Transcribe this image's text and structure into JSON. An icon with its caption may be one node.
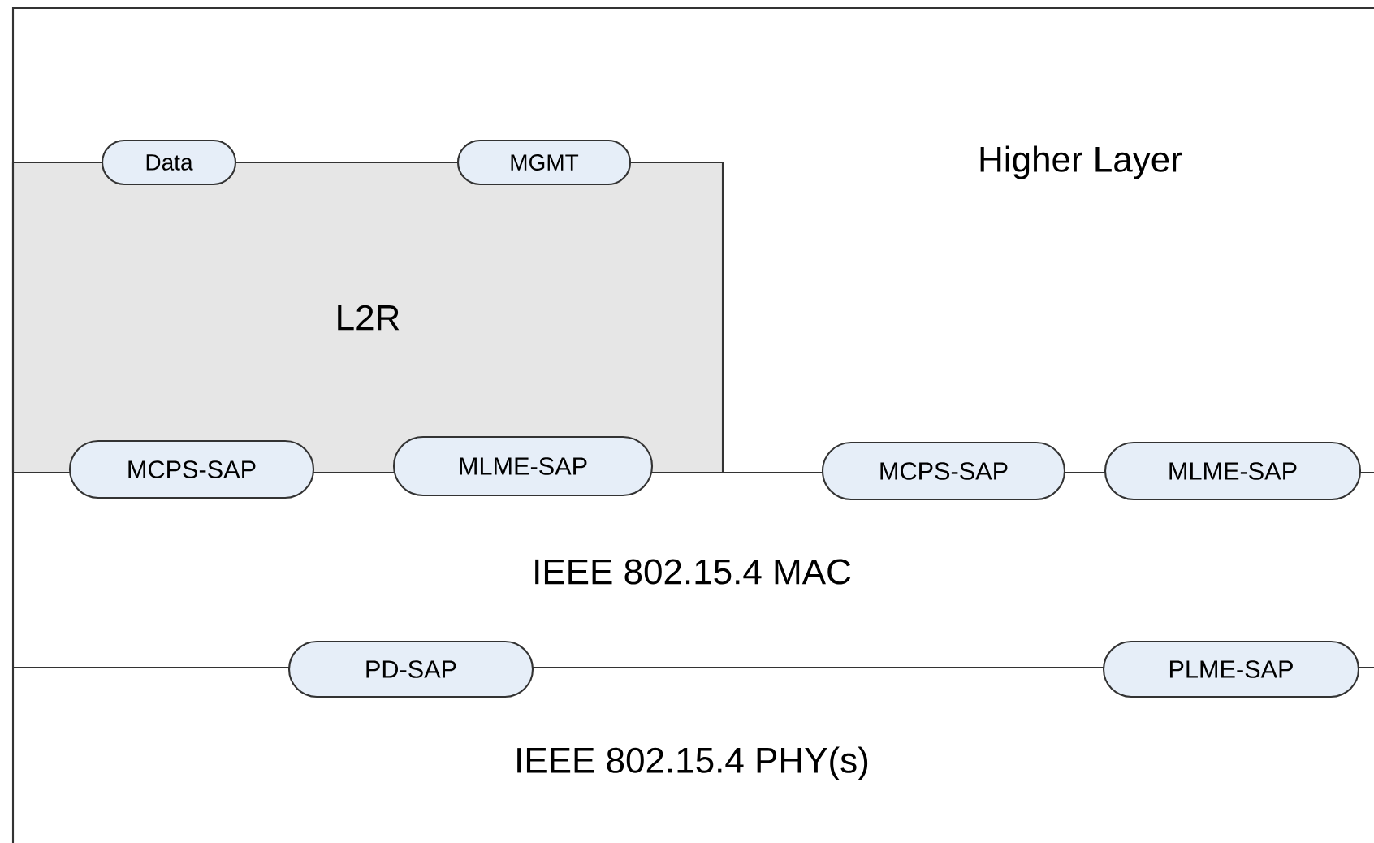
{
  "diagram": {
    "nodes": [
      {
        "text": [
          "L2R"
        ]
      },
      {
        "text": [
          "Data"
        ]
      },
      {
        "text": [
          "MGMT"
        ]
      },
      {
        "text": [
          "MCPS-SAP"
        ]
      },
      {
        "text": [
          "MLME-SAP"
        ]
      },
      {
        "text": [
          "MCPS-SAP"
        ]
      },
      {
        "text": [
          "MLME-SAP"
        ]
      },
      {
        "text": [
          "PD-SAP"
        ]
      },
      {
        "text": [
          "PLME-SAP"
        ]
      }
    ],
    "labels": [
      "Higher Layer",
      "IEEE 802.15.4 MAC",
      "IEEE 802.15.4 PHY(s)"
    ]
  }
}
